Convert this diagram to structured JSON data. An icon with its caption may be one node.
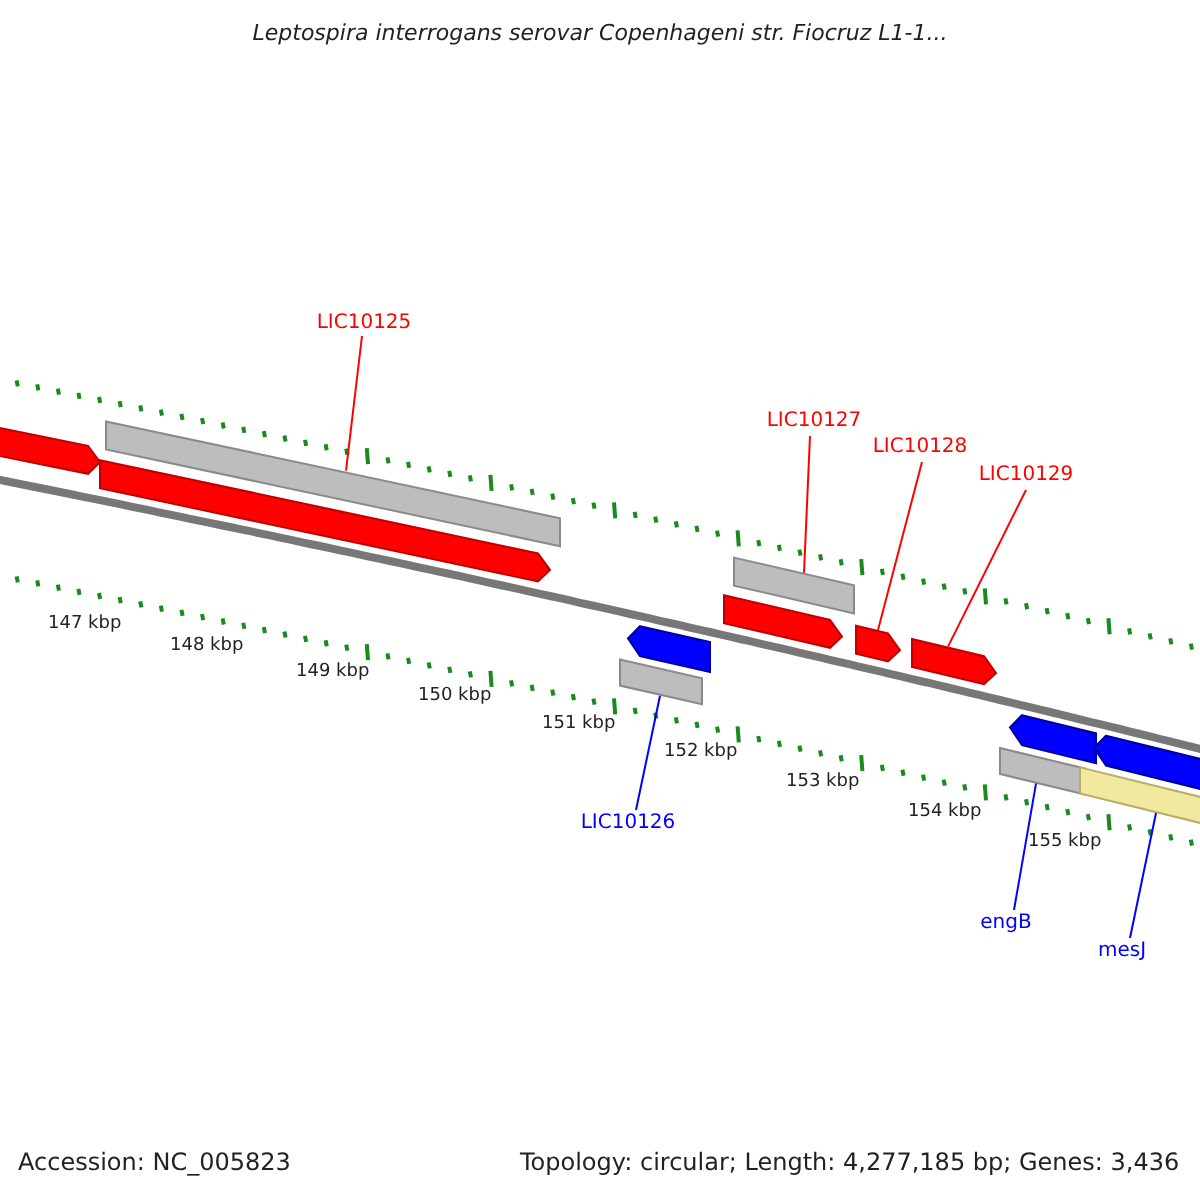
{
  "diagram": {
    "title": "Leptospira interrogans serovar Copenhageni str. Fiocruz L1-1...",
    "nodes": [
      {
        "text": [
          "LIC10125"
        ]
      },
      {
        "text": [],
        "shape": "bar"
      },
      {
        "text": [
          "LIC10127"
        ]
      },
      {
        "text": [
          "LIC10128"
        ]
      },
      {
        "text": [
          "LIC10129"
        ]
      },
      {
        "text": [],
        "shape": "bar"
      },
      {
        "text": [],
        "shape": "bar"
      },
      {
        "text": [],
        "shape": "bar"
      },
      {
        "text": [
          "LIC10126"
        ]
      },
      {
        "text": [],
        "shape": "bar"
      },
      {
        "text": [
          "engB"
        ]
      },
      {
        "text": [
          "mesJ"
        ]
      },
      {
        "text": [],
        "shape": "bar"
      },
      {
        "text": [],
        "shape": "bar"
      },
      {
        "text": [],
        "shape": "bar"
      },
      {
        "text": [],
        "shape": "bar"
      },
      {
        "text": [],
        "shape": "bar"
      },
      {
        "text": [],
        "shape": "bar"
      },
      {
        "text": [],
        "shape": "bar"
      },
      {
        "text": [],
        "shape": "bar"
      }
    ],
    "edges": [
      {
        "from": 0,
        "to": 1,
        "arrow": "none"
      },
      {
        "from": 2,
        "to": 5,
        "arrow": "none",
        "color": "#ff0000"
      },
      {
        "from": 3,
        "to": 6,
        "arrow": "none",
        "color": "#ff0000"
      },
      {
        "from": 4,
        "to": 7,
        "arrow": "none",
        "color": "#ff0000"
      },
      {
        "from": 8,
        "to": 9,
        "arrow": "none",
        "color": "#0000ff"
      },
      {
        "from": 10,
        "to": 12,
        "arrow": "none",
        "color": "#0000ff"
      },
      {
        "from": 11,
        "to": 13,
        "arrow": "none",
        "color": "#0000ff"
      }
    ],
    "labels": [
      "147 kbp",
      "148 kbp",
      "149 kbp",
      "150 kbp",
      "151 kbp",
      "152 kbp",
      "153 kbp",
      "154 kbp",
      "155 kbp",
      "Accession: NC_005823",
      "Topology: circular; Length: 4,277,185 bp; Genes: 3,436"
    ]
  }
}
